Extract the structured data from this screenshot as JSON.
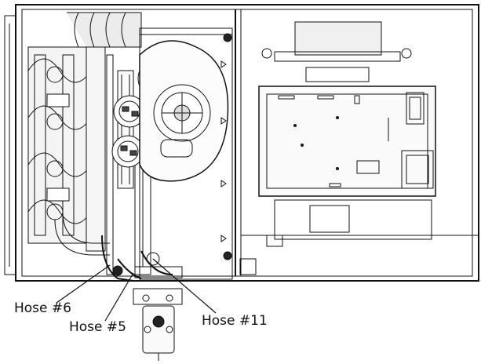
{
  "callouts": [
    {
      "id": "hose-6",
      "label": "Hose #6"
    },
    {
      "id": "hose-5",
      "label": "Hose #5"
    },
    {
      "id": "hose-11",
      "label": "Hose #11"
    }
  ],
  "colors": {
    "line": "#111111",
    "background": "#ffffff",
    "shade": "#e8e8e8",
    "dark": "#444444"
  }
}
